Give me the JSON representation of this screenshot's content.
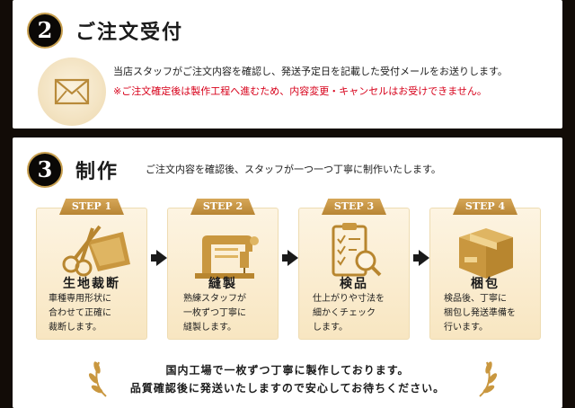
{
  "colors": {
    "gold": "#c8a050",
    "red": "#d7001a",
    "dark": "#120c07",
    "card": "#f8e6c1"
  },
  "section2": {
    "number": "2",
    "title": "ご注文受付",
    "line1": "当店スタッフがご注文内容を確認し、発送予定日を記載した受付メールをお送りします。",
    "line2": "※ご注文確定後は製作工程へ進むため、内容変更・キャンセルはお受けできません。",
    "icon": "envelope-icon"
  },
  "section3": {
    "number": "3",
    "title": "制作",
    "intro": "ご注文内容を確認後、スタッフが一つ一つ丁寧に制作いたします。",
    "steps": [
      {
        "tab": "STEP 1",
        "title": "生地裁断",
        "desc": [
          "車種専用形状に",
          "合わせて正確に",
          "裁断します。"
        ],
        "icon": "scissors-icon"
      },
      {
        "tab": "STEP 2",
        "title": "縫製",
        "desc": [
          "熟練スタッフが",
          "一枚ずつ丁寧に",
          "縫製します。"
        ],
        "icon": "sewing-machine-icon"
      },
      {
        "tab": "STEP 3",
        "title": "検品",
        "desc": [
          "仕上がりや寸法を",
          "細かくチェック",
          "します。"
        ],
        "icon": "checklist-magnifier-icon"
      },
      {
        "tab": "STEP 4",
        "title": "梱包",
        "desc": [
          "検品後、丁寧に",
          "梱包し発送準備を",
          "行います。"
        ],
        "icon": "cardboard-box-icon"
      }
    ],
    "closing1": "国内工場で一枚ずつ丁寧に製作しております。",
    "closing2": "品質確認後に発送いたしますので安心してお待ちください。"
  }
}
